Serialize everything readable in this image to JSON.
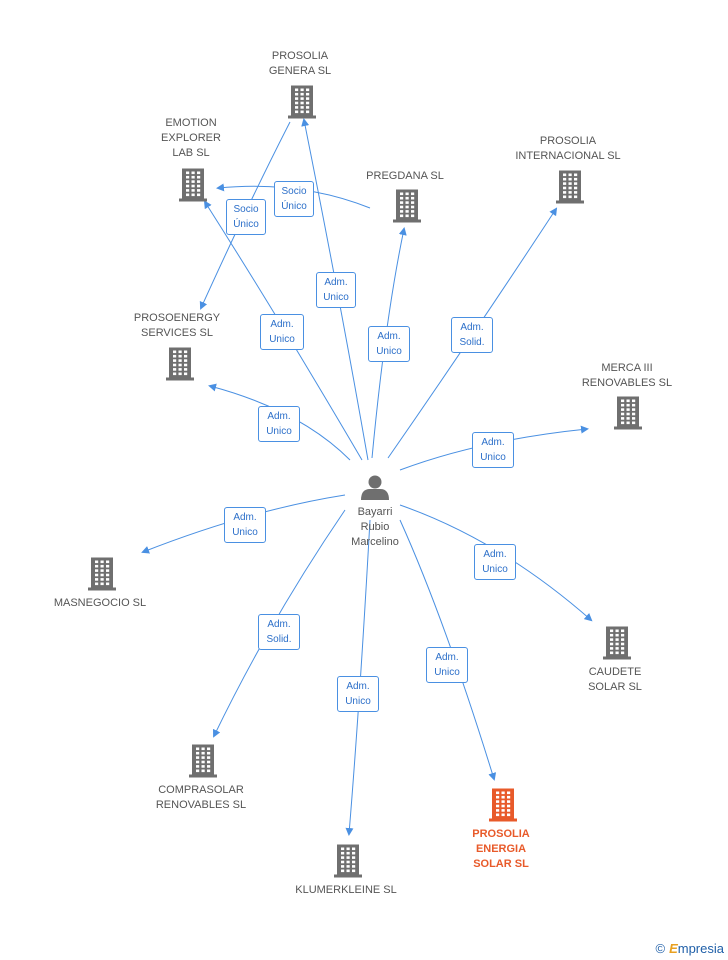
{
  "center": {
    "name": "Bayarri\nRubio\nMarcelino"
  },
  "companies": [
    {
      "id": "prosolia-genera",
      "name": "PROSOLIA\nGENERA SL"
    },
    {
      "id": "emotion-explorer",
      "name": "EMOTION\nEXPLORER\nLAB SL"
    },
    {
      "id": "pregdana",
      "name": "PREGDANA SL"
    },
    {
      "id": "prosolia-internacional",
      "name": "PROSOLIA\nINTERNACIONAL SL"
    },
    {
      "id": "prosoenergy",
      "name": "PROSOENERGY\nSERVICES SL"
    },
    {
      "id": "merca-iii",
      "name": "MERCA III\nRENOVABLES SL"
    },
    {
      "id": "masnegocio",
      "name": "MASNEGOCIO SL"
    },
    {
      "id": "caudete",
      "name": "CAUDETE\nSOLAR SL"
    },
    {
      "id": "comprasolar",
      "name": "COMPRASOLAR\nRENOVABLES SL"
    },
    {
      "id": "prosolia-energia",
      "name": "PROSOLIA\nENERGIA\nSOLAR SL",
      "highlight": true
    },
    {
      "id": "klumerkleine",
      "name": "KLUMERKLEINE SL"
    }
  ],
  "edges": [
    {
      "from": "center",
      "to": "prosolia-genera",
      "label": "Adm.\nUnico"
    },
    {
      "from": "center",
      "to": "emotion-explorer",
      "label": "Adm.\nUnico"
    },
    {
      "from": "center",
      "to": "pregdana",
      "label": "Adm.\nUnico"
    },
    {
      "from": "center",
      "to": "prosolia-internacional",
      "label": "Adm.\nSolid."
    },
    {
      "from": "center",
      "to": "prosoenergy",
      "label": "Adm.\nUnico"
    },
    {
      "from": "center",
      "to": "merca-iii",
      "label": "Adm.\nUnico"
    },
    {
      "from": "center",
      "to": "masnegocio",
      "label": "Adm.\nUnico"
    },
    {
      "from": "center",
      "to": "caudete",
      "label": "Adm.\nUnico"
    },
    {
      "from": "center",
      "to": "comprasolar",
      "label": "Adm.\nSolid."
    },
    {
      "from": "center",
      "to": "prosolia-energia",
      "label": "Adm.\nUnico"
    },
    {
      "from": "center",
      "to": "klumerkleine",
      "label": "Adm.\nUnico"
    },
    {
      "from": "pregdana",
      "to": "emotion-explorer",
      "label": "Socio\nÚnico"
    },
    {
      "from": "prosolia-genera",
      "to": "prosoenergy",
      "label": "Socio\nÚnico"
    }
  ],
  "colors": {
    "edge": "#4a90e2",
    "building": "#6f6f6f",
    "highlight": "#e85a2a",
    "person": "#6f6f6f"
  },
  "brand": {
    "copyright": "©",
    "initial": "E",
    "name": "mpresia"
  }
}
